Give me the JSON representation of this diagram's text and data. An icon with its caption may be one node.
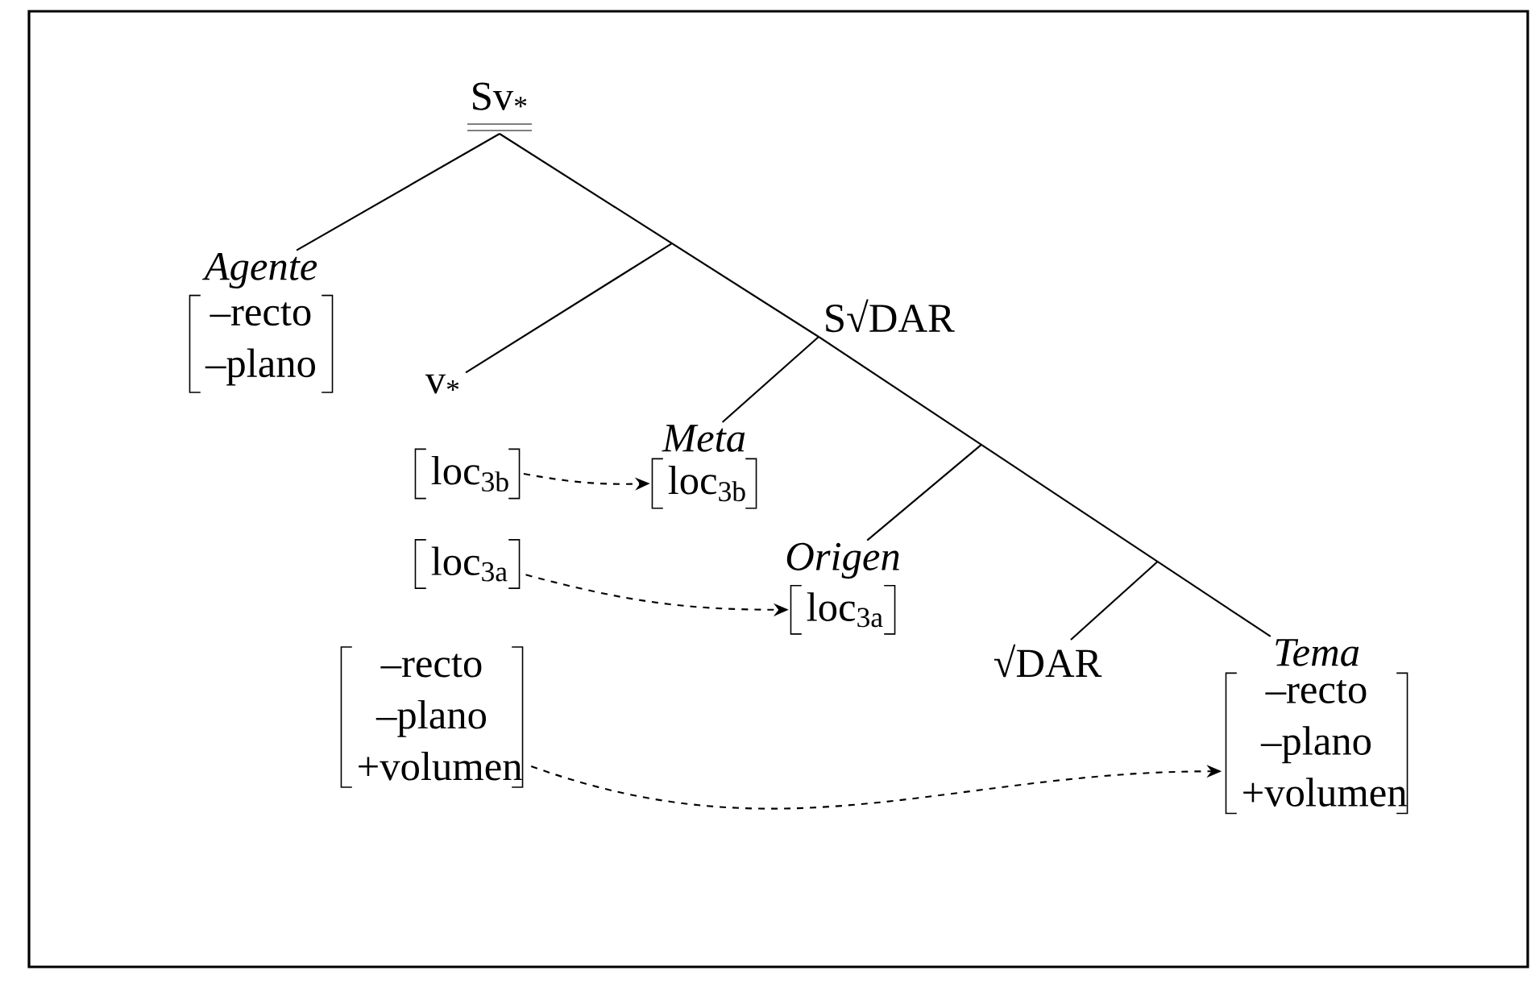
{
  "diagram": {
    "nodes": [
      {
        "text": [
          "Sv$_{*}$"
        ]
      },
      {
        "text": [
          "Agente",
          "–recto –plano"
        ]
      },
      {
        "text": [
          "S√DAR"
        ]
      },
      {
        "text": [
          "v$_{*}$"
        ]
      },
      {
        "text": [
          "Meta",
          "loc$_{3b}$"
        ]
      },
      {
        "text": [
          "loc$_{3b}$"
        ]
      },
      {
        "text": [
          "Origen",
          "loc$_{3a}$"
        ]
      },
      {
        "text": [
          "loc$_{3a}$"
        ]
      },
      {
        "text": [
          "–recto –plano +volumen"
        ]
      },
      {
        "text": [
          "√DAR"
        ]
      },
      {
        "text": [
          "Tema",
          "–recto –plano +volumen"
        ]
      }
    ],
    "edges": [
      {
        "from": 0,
        "to": 1,
        "arrow": "none"
      },
      {
        "from": 0,
        "to": 2,
        "arrow": "none"
      },
      {
        "from": null,
        "to": 3,
        "arrow": "none"
      },
      {
        "from": 2,
        "to": 4,
        "arrow": "none"
      },
      {
        "from": null,
        "to": 6,
        "arrow": "none"
      },
      {
        "from": null,
        "to": 9,
        "arrow": "none"
      },
      {
        "from": 2,
        "to": 10,
        "arrow": "none"
      },
      {
        "from": 5,
        "to": 4,
        "arrow": "to",
        "style": "dashed"
      },
      {
        "from": 7,
        "to": 6,
        "arrow": "to",
        "style": "dashed"
      },
      {
        "from": 8,
        "to": 10,
        "arrow": "to",
        "style": "dashed"
      }
    ]
  }
}
